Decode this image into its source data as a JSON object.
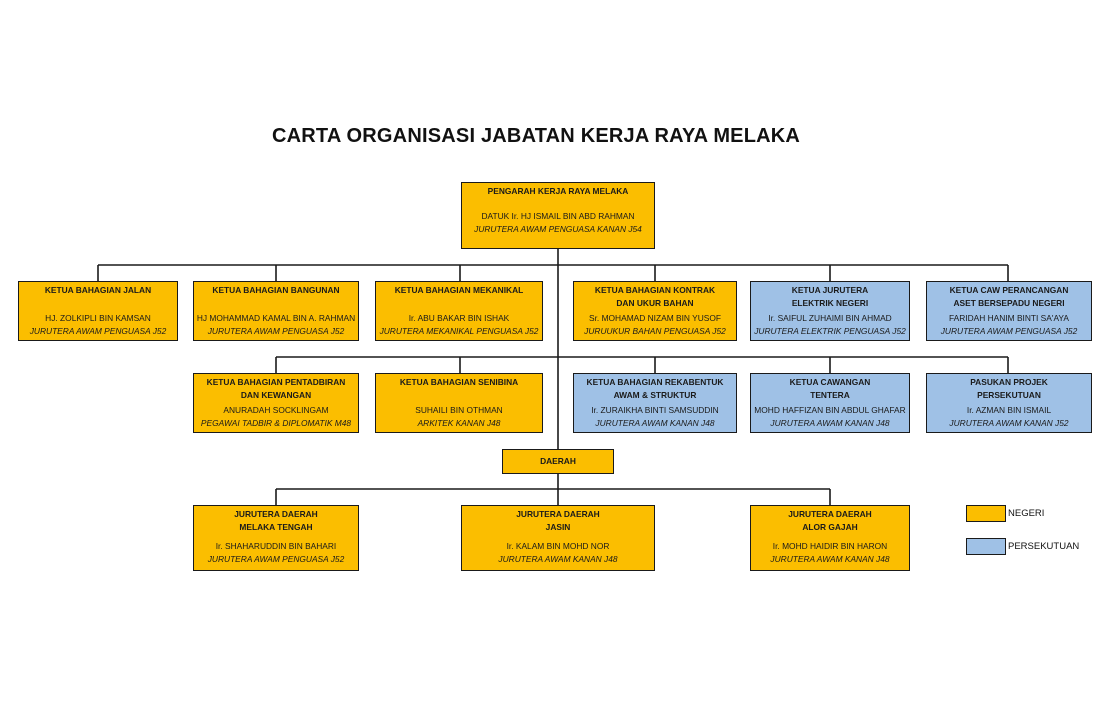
{
  "title": "CARTA ORGANISASI JABATAN KERJA RAYA MELAKA",
  "colors": {
    "negeri": "#fbbe00",
    "persekutuan": "#9fc1e6",
    "line": "#1a1a1a"
  },
  "director": {
    "title": "PENGARAH KERJA RAYA MELAKA",
    "name": "DATUK Ir. HJ ISMAIL BIN ABD RAHMAN",
    "position": "JURUTERA AWAM PENGUASA KANAN J54"
  },
  "row1": [
    {
      "title1": "KETUA BAHAGIAN JALAN",
      "title2": "",
      "name": "HJ. ZOLKIPLI BIN KAMSAN",
      "position": "JURUTERA AWAM PENGUASA J52",
      "type": "negeri"
    },
    {
      "title1": "KETUA BAHAGIAN BANGUNAN",
      "title2": "",
      "name": "HJ MOHAMMAD KAMAL BIN A. RAHMAN",
      "position": "JURUTERA AWAM PENGUASA J52",
      "type": "negeri"
    },
    {
      "title1": "KETUA BAHAGIAN MEKANIKAL",
      "title2": "",
      "name": "Ir. ABU BAKAR BIN ISHAK",
      "position": "JURUTERA MEKANIKAL PENGUASA J52",
      "type": "negeri"
    },
    {
      "title1": "KETUA BAHAGIAN KONTRAK",
      "title2": "DAN UKUR BAHAN",
      "name": "Sr. MOHAMAD NIZAM BIN YUSOF",
      "position": "JURUUKUR BAHAN PENGUASA J52",
      "type": "negeri"
    },
    {
      "title1": "KETUA JURUTERA",
      "title2": "ELEKTRIK NEGERI",
      "name": "Ir. SAIFUL ZUHAIMI BIN AHMAD",
      "position": "JURUTERA ELEKTRIK PENGUASA J52",
      "type": "persekutuan"
    },
    {
      "title1": "KETUA CAW PERANCANGAN",
      "title2": "ASET BERSEPADU NEGERI",
      "name": "FARIDAH HANIM BINTI SA'AYA",
      "position": "JURUTERA AWAM PENGUASA J52",
      "type": "persekutuan"
    }
  ],
  "row2": [
    {
      "title1": "KETUA BAHAGIAN PENTADBIRAN",
      "title2": "DAN KEWANGAN",
      "name": "ANURADAH SOCKLINGAM",
      "position": "PEGAWAI TADBIR & DIPLOMATIK M48",
      "type": "negeri"
    },
    {
      "title1": "KETUA BAHAGIAN SENIBINA",
      "title2": "",
      "name": "SUHAILI BIN OTHMAN",
      "position": "ARKITEK KANAN J48",
      "type": "negeri"
    },
    {
      "title1": "KETUA BAHAGIAN REKABENTUK",
      "title2": "AWAM & STRUKTUR",
      "name": "Ir. ZURAIKHA BINTI SAMSUDDIN",
      "position": "JURUTERA AWAM KANAN J48",
      "type": "persekutuan"
    },
    {
      "title1": "KETUA CAWANGAN",
      "title2": "TENTERA",
      "name": "MOHD HAFFIZAN BIN ABDUL GHAFAR",
      "position": "JURUTERA AWAM KANAN J48",
      "type": "persekutuan"
    },
    {
      "title1": "PASUKAN PROJEK",
      "title2": "PERSEKUTUAN",
      "name": "Ir. AZMAN BIN ISMAIL",
      "position": "JURUTERA AWAM KANAN J52",
      "type": "persekutuan"
    }
  ],
  "daerah": {
    "label": "DAERAH"
  },
  "row3": [
    {
      "title1": "JURUTERA DAERAH",
      "title2": "MELAKA TENGAH",
      "name": "Ir. SHAHARUDDIN BIN BAHARI",
      "position": "JURUTERA AWAM PENGUASA J52",
      "type": "negeri"
    },
    {
      "title1": "JURUTERA DAERAH",
      "title2": "JASIN",
      "name": "Ir. KALAM BIN MOHD NOR",
      "position": "JURUTERA AWAM KANAN J48",
      "type": "negeri"
    },
    {
      "title1": "JURUTERA DAERAH",
      "title2": "ALOR GAJAH",
      "name": "Ir. MOHD HAIDIR BIN HARON",
      "position": "JURUTERA AWAM KANAN J48",
      "type": "negeri"
    }
  ],
  "legend": [
    {
      "label": "NEGERI",
      "type": "negeri"
    },
    {
      "label": "PERSEKUTUAN",
      "type": "persekutuan"
    }
  ]
}
